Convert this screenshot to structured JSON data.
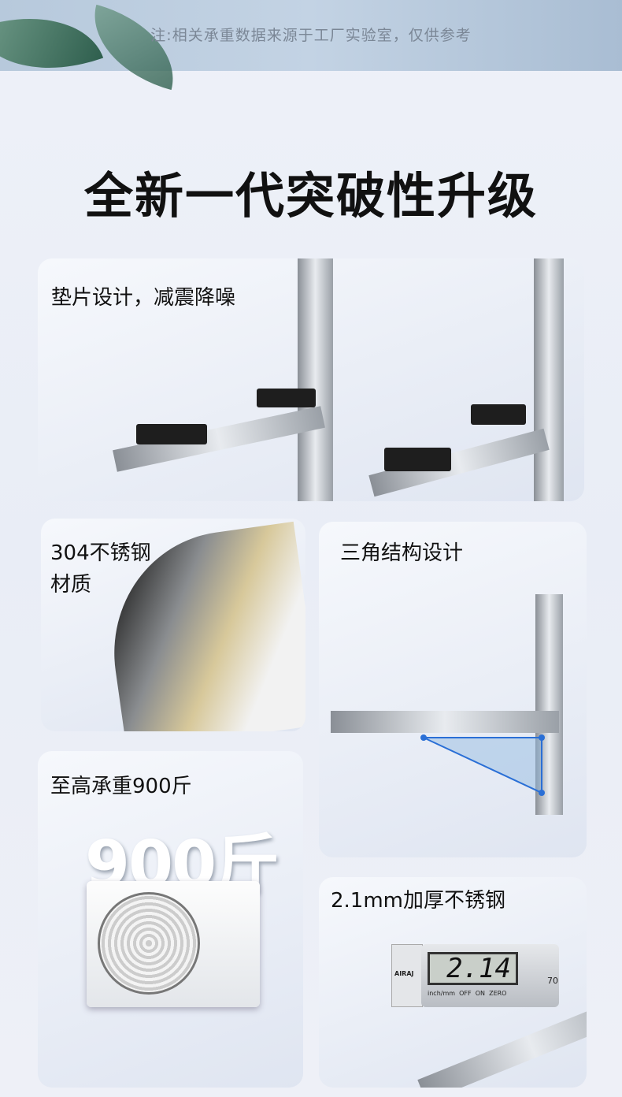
{
  "banner": {
    "note": "注:相关承重数据来源于工厂实验室，仅供参考"
  },
  "title": "全新一代突破性升级",
  "cards": [
    {
      "label": "垫片设计，减震降噪"
    },
    {
      "label_line1": "304不锈钢",
      "label_line2": "材质"
    },
    {
      "label": "三角结构设计"
    },
    {
      "label": "至高承重900斤",
      "big_text": "900斤"
    },
    {
      "label": "2.1mm加厚不锈钢",
      "caliper": {
        "reading": "2.14",
        "brand": "AIRAJ",
        "buttons": "inch/mm  OFF  ON  ZERO",
        "scale": "70"
      }
    }
  ]
}
